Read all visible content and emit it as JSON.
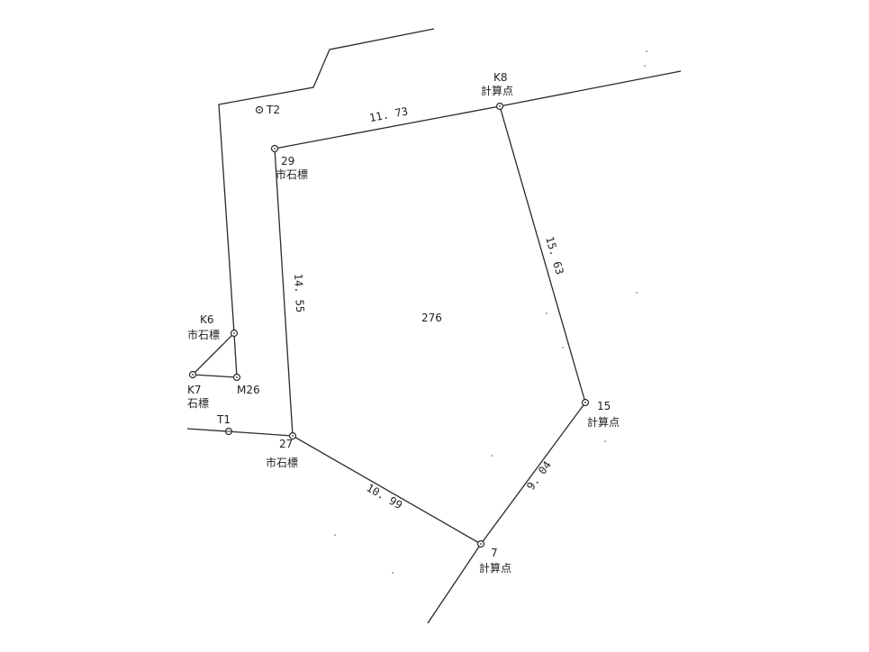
{
  "points": {
    "k8": {
      "name": "K8",
      "type": "計算点"
    },
    "p29": {
      "name": "29",
      "type": "市石標"
    },
    "p15": {
      "name": "15",
      "type": "計算点"
    },
    "p27": {
      "name": "27",
      "type": "市石標"
    },
    "p7": {
      "name": "7",
      "type": "計算点"
    },
    "k6": {
      "name": "K6",
      "type": "市石標"
    },
    "k7": {
      "name": "K7",
      "type": "石標"
    },
    "m26": {
      "name": "M26"
    },
    "t1": {
      "name": "T1"
    },
    "t2": {
      "name": "T2"
    }
  },
  "edges": {
    "e29_k8": "11. 73",
    "ek8_15": "15. 63",
    "e29_27": "14. 55",
    "e27_7": "10. 99",
    "e7_15": "9. 04"
  },
  "parcel": {
    "area_label": "276"
  }
}
